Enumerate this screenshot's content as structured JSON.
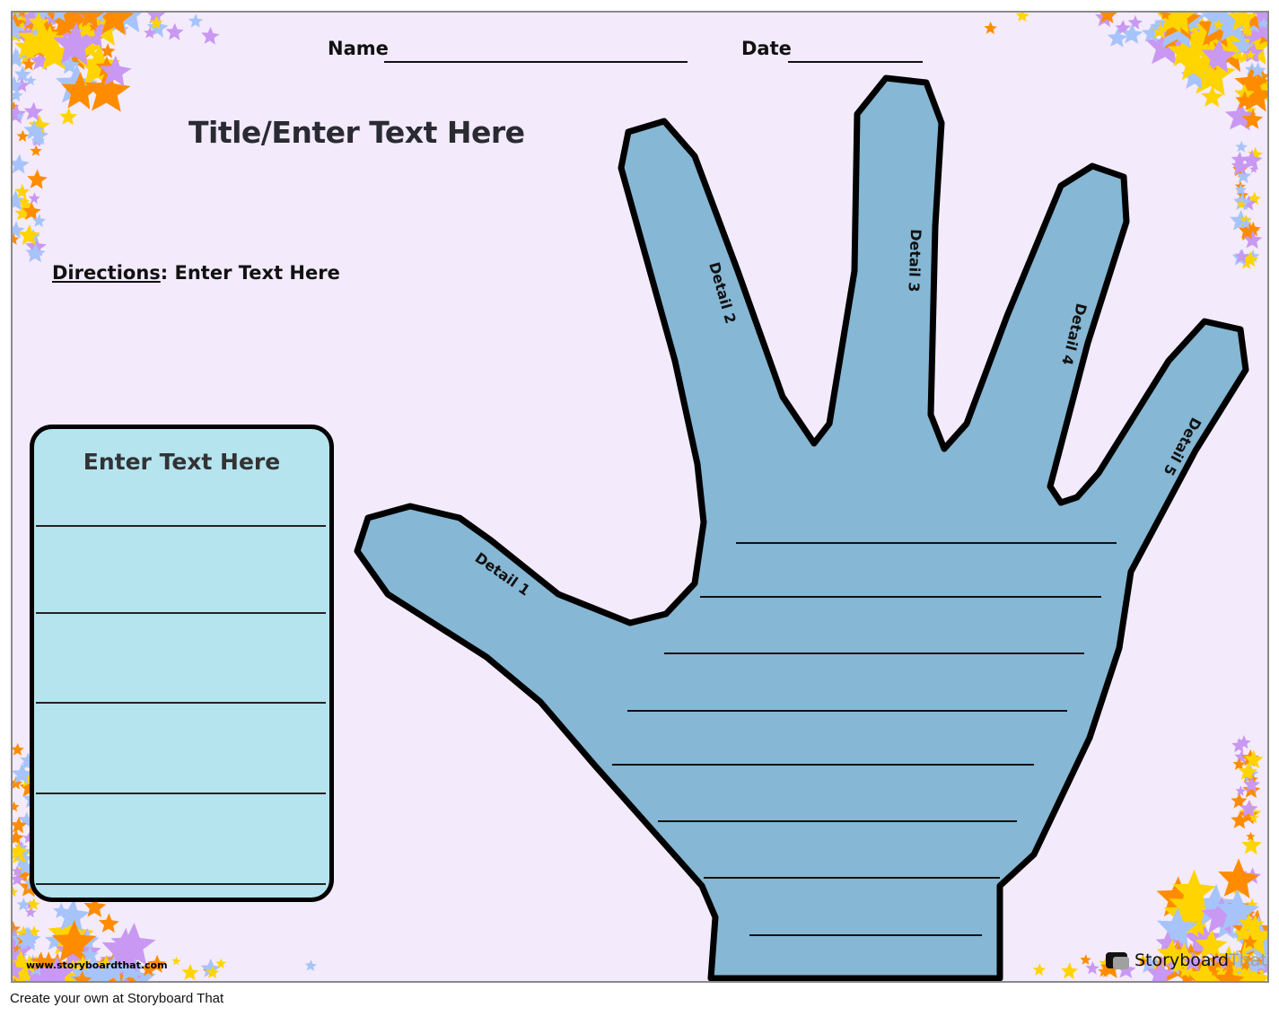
{
  "header": {
    "name_label": "Name",
    "date_label": "Date"
  },
  "title": "Title/Enter Text Here",
  "directions": {
    "label": "Directions",
    "text": ": Enter Text Here"
  },
  "text_box": {
    "title": "Enter Text Here",
    "line_count": 5
  },
  "hand": {
    "fill": "#86b7d4",
    "fingers": [
      "Detail 1",
      "Detail 2",
      "Detail 3",
      "Detail 4",
      "Detail 5"
    ],
    "palm_line_count": 8
  },
  "colors": {
    "background": "#f3eafb",
    "box_fill": "#b5e4ef",
    "stars": [
      "#ffd400",
      "#ff8c00",
      "#c998f2",
      "#a6c4fa"
    ]
  },
  "watermark": {
    "url": "www.storyboardthat.com",
    "logo_dark": "Storyboard",
    "logo_light": "That"
  },
  "footer": "Create your own at Storyboard That"
}
